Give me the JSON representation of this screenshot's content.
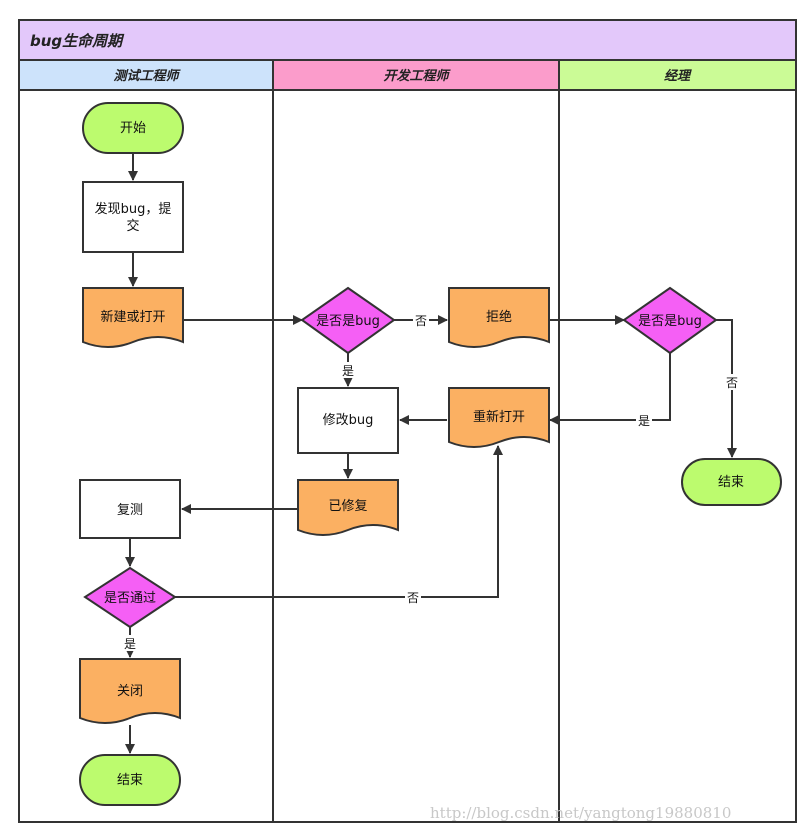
{
  "title": "bug生命周期",
  "lanes": {
    "tester": "测试工程师",
    "developer": "开发工程师",
    "manager": "经理"
  },
  "nodes": {
    "start": "开始",
    "discover_line1": "发现bug，提",
    "discover_line2": "交",
    "new_open": "新建或打开",
    "is_bug_dev": "是否是bug",
    "reject": "拒绝",
    "is_bug_mgr": "是否是bug",
    "fix": "修改bug",
    "reopen": "重新打开",
    "fixed": "已修复",
    "retest": "复测",
    "passed": "是否通过",
    "close": "关闭",
    "end_mgr": "结束",
    "end_tester": "结束"
  },
  "edge_labels": {
    "dev_no": "否",
    "dev_yes": "是",
    "mgr_no": "否",
    "mgr_yes": "是",
    "pass_no": "否",
    "pass_yes": "是"
  },
  "watermark": "http://blog.csdn.net/yangtong19880810",
  "colors": {
    "title_bg": "#e3c8fa",
    "tester_bg": "#cde3fb",
    "developer_bg": "#fb9ccb",
    "manager_bg": "#cbfb96",
    "terminal": "#bcfb6e",
    "decision": "#f55ff5",
    "document": "#fbb062",
    "process": "#ffffff",
    "line": "#333333"
  }
}
